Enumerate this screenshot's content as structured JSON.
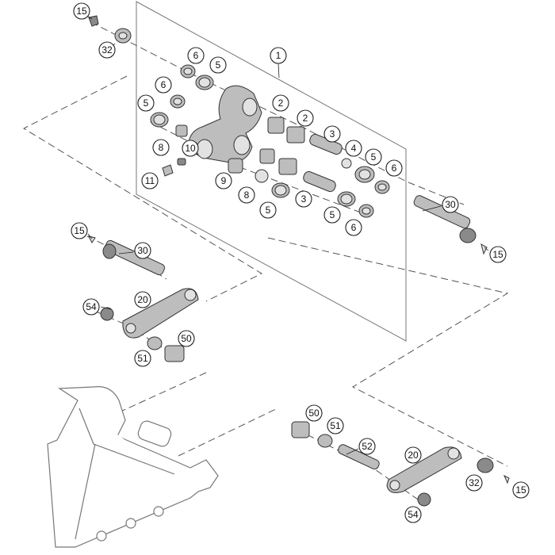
{
  "diagram": {
    "callouts": [
      {
        "id": "c1",
        "label": "1"
      },
      {
        "id": "c15a",
        "label": "15"
      },
      {
        "id": "c32a",
        "label": "32"
      },
      {
        "id": "c6a",
        "label": "6"
      },
      {
        "id": "c5a",
        "label": "5"
      },
      {
        "id": "c6b",
        "label": "6"
      },
      {
        "id": "c5b",
        "label": "5"
      },
      {
        "id": "c8a",
        "label": "8"
      },
      {
        "id": "c10",
        "label": "10"
      },
      {
        "id": "c11",
        "label": "11"
      },
      {
        "id": "c9",
        "label": "9"
      },
      {
        "id": "c8b",
        "label": "8"
      },
      {
        "id": "c5c",
        "label": "5"
      },
      {
        "id": "c3a",
        "label": "3"
      },
      {
        "id": "c2a",
        "label": "2"
      },
      {
        "id": "c2b",
        "label": "2"
      },
      {
        "id": "c3b",
        "label": "3"
      },
      {
        "id": "c4",
        "label": "4"
      },
      {
        "id": "c5d",
        "label": "5"
      },
      {
        "id": "c6c",
        "label": "6"
      },
      {
        "id": "c5e",
        "label": "5"
      },
      {
        "id": "c6d",
        "label": "6"
      },
      {
        "id": "c30a",
        "label": "30"
      },
      {
        "id": "c15b",
        "label": "15"
      },
      {
        "id": "c15c",
        "label": "15"
      },
      {
        "id": "c30b",
        "label": "30"
      },
      {
        "id": "c20a",
        "label": "20"
      },
      {
        "id": "c54a",
        "label": "54"
      },
      {
        "id": "c50a",
        "label": "50"
      },
      {
        "id": "c51a",
        "label": "51"
      },
      {
        "id": "c50b",
        "label": "50"
      },
      {
        "id": "c51b",
        "label": "51"
      },
      {
        "id": "c52",
        "label": "52"
      },
      {
        "id": "c20b",
        "label": "20"
      },
      {
        "id": "c32b",
        "label": "32"
      },
      {
        "id": "c15d",
        "label": "15"
      },
      {
        "id": "c54b",
        "label": "54"
      }
    ]
  }
}
